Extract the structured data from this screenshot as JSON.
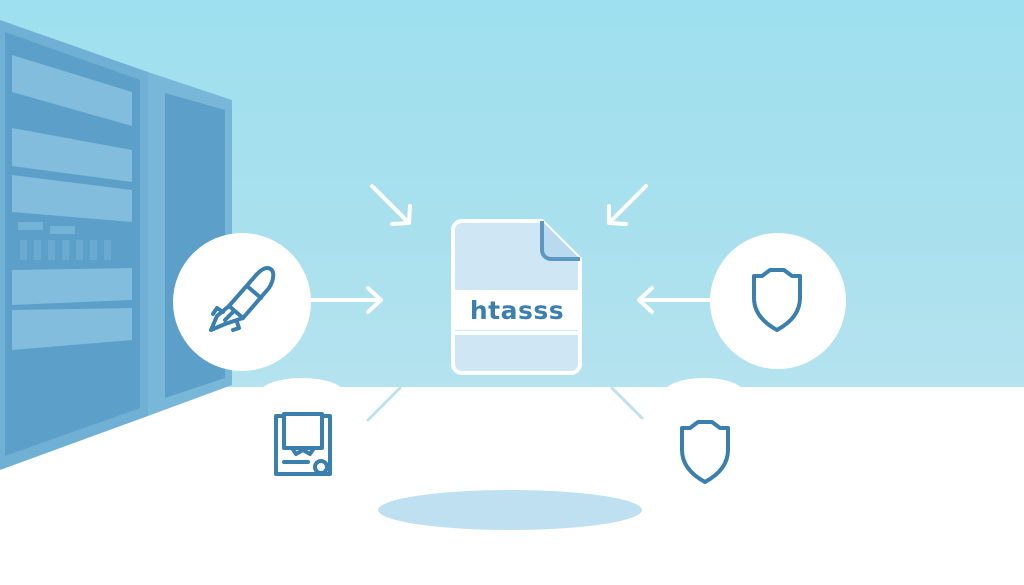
{
  "illustration": {
    "file": {
      "label": "htasss",
      "icon": "document-icon"
    },
    "nodes": [
      {
        "id": "rocket",
        "icon": "rocket-icon",
        "position": "left"
      },
      {
        "id": "shield-right",
        "icon": "shield-icon",
        "position": "right"
      },
      {
        "id": "certificate",
        "icon": "certificate-icon",
        "position": "bottom-left"
      },
      {
        "id": "shield-bottom",
        "icon": "shield-icon",
        "position": "bottom-right"
      }
    ],
    "background": {
      "element": "server-racks",
      "position": "left"
    },
    "colors": {
      "sky": "#a6e0ee",
      "floor": "#ffffff",
      "rack": "#5fa4cc",
      "icon_stroke": "#3a7fae",
      "doc_fill": "#cfe6f5",
      "shadow": "#bee0f1",
      "arrow": "#ffffff"
    }
  }
}
